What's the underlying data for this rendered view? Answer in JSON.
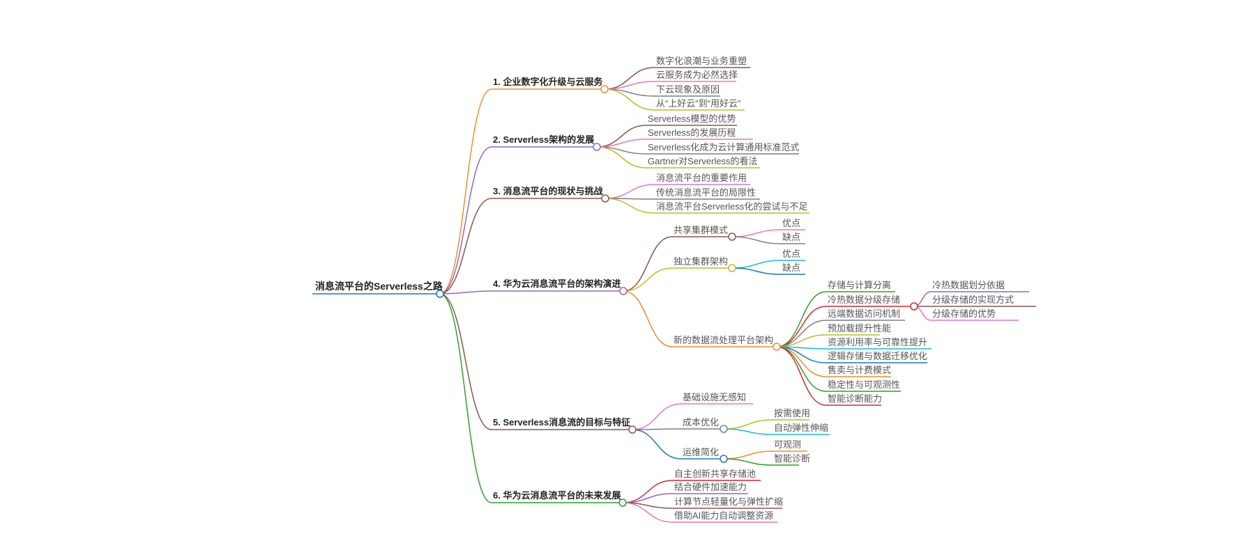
{
  "mindmap": {
    "root": "消息流平台的Serverless之路",
    "branches": [
      {
        "label": "1. 企业数字化升级与云服务",
        "color": "#f28e2b",
        "children": [
          {
            "label": "数字化浪潮与业务重塑",
            "color": "#8c564b"
          },
          {
            "label": "云服务成为必然选择",
            "color": "#e377c2"
          },
          {
            "label": "下云现象及原因",
            "color": "#7f7f7f"
          },
          {
            "label": "从“上好云”到“用好云”",
            "color": "#bcbd22"
          }
        ]
      },
      {
        "label": "2. Serverless架构的发展",
        "color": "#9467bd",
        "children": [
          {
            "label": "Serverless模型的优势",
            "color": "#8c564b"
          },
          {
            "label": "Serverless的发展历程",
            "color": "#e377c2"
          },
          {
            "label": "Serverless化成为云计算通用标准范式",
            "color": "#7f7f7f"
          },
          {
            "label": "Gartner对Serverless的看法",
            "color": "#bcbd22"
          }
        ]
      },
      {
        "label": "3. 消息流平台的现状与挑战",
        "color": "#8c564b",
        "children": [
          {
            "label": "消息流平台的重要作用",
            "color": "#e377c2"
          },
          {
            "label": "传统消息流平台的局限性",
            "color": "#7f7f7f"
          },
          {
            "label": "消息流平台Serverless化的尝试与不足",
            "color": "#bcbd22"
          }
        ]
      },
      {
        "label": "4. 华为云消息流平台的架构演进",
        "color": "#9467bd",
        "children": [
          {
            "label": "共享集群模式",
            "color": "#8c564b",
            "children": [
              {
                "label": "优点",
                "color": "#e377c2"
              },
              {
                "label": "缺点",
                "color": "#7f7f7f"
              }
            ]
          },
          {
            "label": "独立集群架构",
            "color": "#bcbd22",
            "children": [
              {
                "label": "优点",
                "color": "#17becf"
              },
              {
                "label": "缺点",
                "color": "#1f77b4"
              }
            ]
          },
          {
            "label": "新的数据流处理平台架构",
            "color": "#f28e2b",
            "children": [
              {
                "label": "存储与计算分离",
                "color": "#2ca02c"
              },
              {
                "label": "冷热数据分级存储",
                "color": "#d62728",
                "children": [
                  {
                    "label": "冷热数据划分依据",
                    "color": "#9467bd"
                  },
                  {
                    "label": "分级存储的实现方式",
                    "color": "#8c564b"
                  },
                  {
                    "label": "分级存储的优势",
                    "color": "#e377c2"
                  }
                ]
              },
              {
                "label": "远端数据访问机制",
                "color": "#7f7f7f"
              },
              {
                "label": "预加载提升性能",
                "color": "#bcbd22"
              },
              {
                "label": "资源利用率与可靠性提升",
                "color": "#17becf"
              },
              {
                "label": "逻辑存储与数据迁移优化",
                "color": "#1f77b4"
              },
              {
                "label": "售卖与计费模式",
                "color": "#f28e2b"
              },
              {
                "label": "稳定性与可观测性",
                "color": "#2ca02c"
              },
              {
                "label": "智能诊断能力",
                "color": "#d62728"
              }
            ]
          }
        ]
      },
      {
        "label": "5. Serverless消息流的目标与特征",
        "color": "#8c564b",
        "children": [
          {
            "label": "基础设施无感知",
            "color": "#e377c2"
          },
          {
            "label": "成本优化",
            "color": "#7f7f7f",
            "children": [
              {
                "label": "按需使用",
                "color": "#bcbd22"
              },
              {
                "label": "自动弹性伸缩",
                "color": "#17becf"
              }
            ]
          },
          {
            "label": "运维简化",
            "color": "#1f77b4",
            "children": [
              {
                "label": "可观测",
                "color": "#f28e2b"
              },
              {
                "label": "智能诊断",
                "color": "#2ca02c"
              }
            ]
          }
        ]
      },
      {
        "label": "6. 华为云消息流平台的未来发展",
        "color": "#2ca02c",
        "children": [
          {
            "label": "自主创新共享存储池",
            "color": "#d62728"
          },
          {
            "label": "结合硬件加速能力",
            "color": "#9467bd"
          },
          {
            "label": "计算节点轻量化与弹性扩缩",
            "color": "#8c564b"
          },
          {
            "label": "借助AI能力自动调整资源",
            "color": "#e377c2"
          }
        ]
      }
    ]
  }
}
